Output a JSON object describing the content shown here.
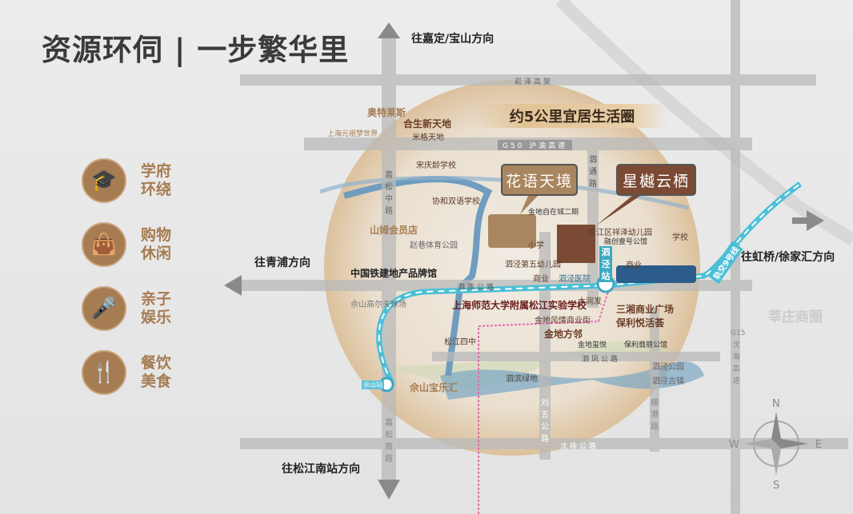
{
  "title": "资源环伺 | 一步繁华里",
  "features": [
    {
      "icon": "graduation-cap-icon",
      "label": "学府环绕"
    },
    {
      "icon": "shopping-bag-icon",
      "label": "购物休闲"
    },
    {
      "icon": "music-microphone-icon",
      "label": "亲子娱乐"
    },
    {
      "icon": "dining-icon",
      "label": "餐饮美食"
    }
  ],
  "circle_caption": "约5公里宜居生活圈",
  "projects": {
    "a": "花语天境",
    "b": "星樾云栖"
  },
  "directions": {
    "north": "往嘉定/宝山方向",
    "west": "往青浦方向",
    "east": "往虹桥/徐家汇方向",
    "south": "往松江南站方向"
  },
  "roads": {
    "songze": "崧泽高架",
    "g50": "G50 沪渝高速",
    "sichen": "泗陈公路",
    "sifeng": "泗凤公路",
    "shenzhuan": "沈砖公路",
    "jiasongzhong": "嘉松中路",
    "jiasongnan": "嘉松南路",
    "sitong": "泗通路",
    "liuwu": "刘五公路",
    "henggang": "横港路",
    "g15": "G15 沈海高速"
  },
  "metro": {
    "line": "轨交9号线",
    "sijing": "泗泾站",
    "sheshan": "佘山站"
  },
  "pois": {
    "aotelaisi": "奥特莱斯",
    "hesheng": "合生新天地",
    "mige": "米格天地",
    "yuanzu": "上海元祖梦世界",
    "songqingling": "宋庆龄学校",
    "xiehe": "协和双语学校",
    "sams": "山姆会员店",
    "zhaoxiang": "赵巷体育公园",
    "crcc": "中国铁建地产品牌馆",
    "sheshan_golf": "佘山高尔夫球场",
    "jindi2": "金地自在城二期",
    "xiangze": "松江区祥泽幼儿园",
    "xiaoxue": "小学",
    "wuyou": "泗泾第五幼儿园",
    "shangye1": "商业",
    "hospital": "泗泾医院",
    "rongchuang": "融创壹号公馆",
    "xuexiao": "学校",
    "shangye2": "商业",
    "shida": "上海师范大学附属松江实验学校",
    "datunfa": "大润发",
    "sanxiang": "三湘商业广场",
    "fengqing": "金地风情商业街",
    "baoli": "保利悦活荟",
    "fanglin": "金地方邻",
    "sizhong": "松江四中",
    "xiyue": "金地玺悦",
    "yinyuan": "保利翡丽公馆",
    "lvdi": "泗滨绿地",
    "park": "泗泾公园",
    "oldtown": "泗泾古镇",
    "baolehui": "佘山宝乐汇",
    "xinzhuang": "莘庄商圈"
  },
  "compass": {
    "n": "N",
    "s": "S",
    "e": "E",
    "w": "W"
  },
  "colors": {
    "brand": "#a67c52",
    "project_a": "#a9865f",
    "project_b": "#7b4a35",
    "metro": "#4bbfd6",
    "line4": "#e070a8"
  }
}
